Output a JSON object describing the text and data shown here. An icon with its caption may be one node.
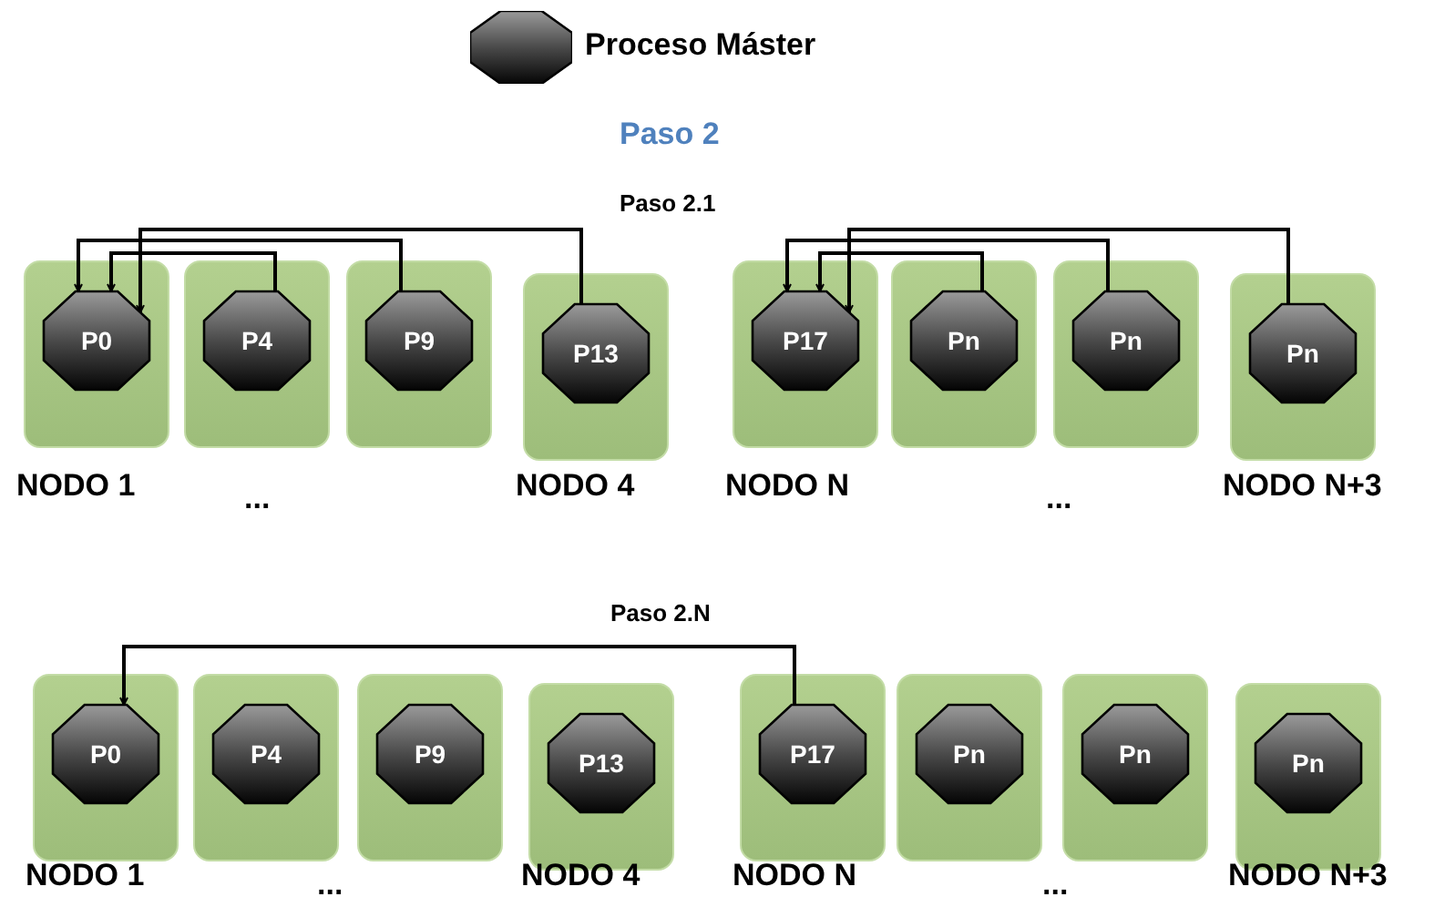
{
  "diagram": {
    "title": "Paso 2",
    "nodes": [
      {
        "text": [],
        "shape": "box",
        "beside": [
          "NODO 1"
        ]
      },
      {
        "text": [
          "P0"
        ],
        "in": 0
      },
      {
        "text": [],
        "shape": "box"
      },
      {
        "text": [
          "P4"
        ],
        "in": 2
      },
      {
        "text": [],
        "shape": "box"
      },
      {
        "text": [
          "P9"
        ],
        "in": 4
      },
      {
        "text": [],
        "shape": "box",
        "beside": [
          "NODO 4"
        ]
      },
      {
        "text": [
          "P13"
        ],
        "in": 6
      },
      {
        "text": [],
        "shape": "box",
        "beside": [
          "NODO N"
        ]
      },
      {
        "text": [
          "P17"
        ],
        "in": 8
      },
      {
        "text": [],
        "shape": "box"
      },
      {
        "text": [
          "Pn"
        ],
        "in": 10
      },
      {
        "text": [],
        "shape": "box"
      },
      {
        "text": [
          "Pn"
        ],
        "in": 12
      },
      {
        "text": [],
        "shape": "box",
        "beside": [
          "NODO N+3"
        ]
      },
      {
        "text": [
          "Pn"
        ],
        "in": 14
      },
      {
        "text": [],
        "shape": "box",
        "beside": [
          "NODO 1"
        ]
      },
      {
        "text": [
          "P0"
        ],
        "in": 16
      },
      {
        "text": [],
        "shape": "box"
      },
      {
        "text": [
          "P4"
        ],
        "in": 18
      },
      {
        "text": [],
        "shape": "box"
      },
      {
        "text": [
          "P9"
        ],
        "in": 20
      },
      {
        "text": [],
        "shape": "box",
        "beside": [
          "NODO 4"
        ]
      },
      {
        "text": [
          "P13"
        ],
        "in": 22
      },
      {
        "text": [],
        "shape": "box",
        "beside": [
          "NODO N"
        ]
      },
      {
        "text": [
          "P17"
        ],
        "in": 24
      },
      {
        "text": [],
        "shape": "box"
      },
      {
        "text": [
          "Pn"
        ],
        "in": 26
      },
      {
        "text": [],
        "shape": "box"
      },
      {
        "text": [
          "Pn"
        ],
        "in": 28
      },
      {
        "text": [],
        "shape": "box",
        "beside": [
          "NODO N+3"
        ]
      },
      {
        "text": [
          "Pn"
        ],
        "in": 30
      }
    ],
    "edges": [
      {
        "from": 3,
        "to": 1,
        "arrow": "to"
      },
      {
        "from": 5,
        "to": 1,
        "arrow": "to"
      },
      {
        "from": 7,
        "to": 1,
        "arrow": "to"
      },
      {
        "from": 11,
        "to": 9,
        "arrow": "to"
      },
      {
        "from": 13,
        "to": 9,
        "arrow": "to"
      },
      {
        "from": 15,
        "to": 9,
        "arrow": "to"
      },
      {
        "from": 25,
        "to": 17,
        "arrow": "to"
      }
    ],
    "labels": [
      "Paso 2.1",
      "...",
      "...",
      "Paso 2.N",
      "...",
      "..."
    ],
    "legend": [
      {
        "text": "Proceso Máster"
      }
    ]
  }
}
